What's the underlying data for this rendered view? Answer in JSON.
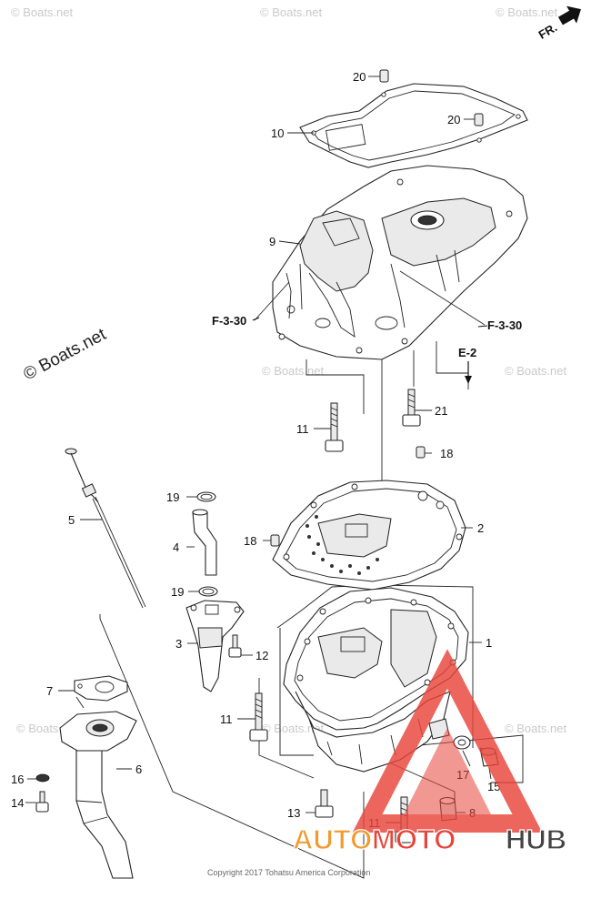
{
  "direction_label": "FR.",
  "watermark": "© Boats.net",
  "copyright": "Copyright 2017 Tohatsu America Corporation",
  "brand": {
    "text_dark": "AUTO",
    "text_red": "MOTO",
    "text_dark2": "HUB",
    "red": "#e8443a",
    "dark": "#444444",
    "orange": "#f39a2e"
  },
  "refs": {
    "f330_left": "F-3-30",
    "f330_right": "F-3-30",
    "e2": "E-2"
  },
  "labels": {
    "p20a": "20",
    "p20b": "20",
    "p10": "10",
    "p9": "9",
    "p11a": "11",
    "p21": "21",
    "p18a": "18",
    "p18b": "18",
    "p2": "2",
    "p5": "5",
    "p19a": "19",
    "p4": "4",
    "p19b": "19",
    "p3": "3",
    "p12": "12",
    "p1": "1",
    "p7": "7",
    "p11b": "11",
    "p17": "17",
    "p15": "15",
    "p16": "16",
    "p6": "6",
    "p14": "14",
    "p13": "13",
    "p8": "8",
    "p11c": "11"
  }
}
